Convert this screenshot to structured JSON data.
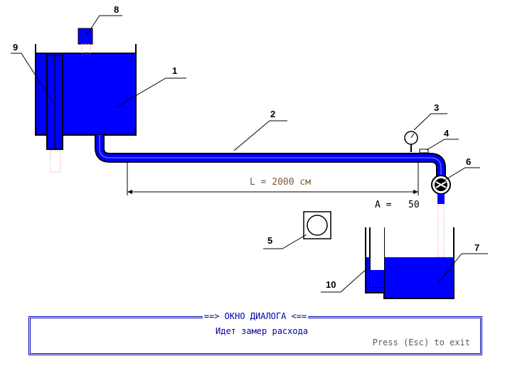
{
  "diagram": {
    "labels": {
      "tank": "1",
      "pipe": "2",
      "pressure_gauge": "3",
      "fitting": "4",
      "indicator": "5",
      "valve": "6",
      "receiver": "7",
      "cap": "8",
      "inlet_tube": "9",
      "level_tube": "10"
    },
    "length_label": "L = 2000 см",
    "a_label": "A =",
    "a_value": "50"
  },
  "dialog": {
    "title": "==> ОКНО ДИАЛОГА <==",
    "message": "Идет замер расхода",
    "hint": "Press (Esc) to exit"
  },
  "colors": {
    "water": "#0000ff",
    "line": "#000000",
    "dialog_border": "#0000a8",
    "hint_text": "#5a5a5a"
  }
}
